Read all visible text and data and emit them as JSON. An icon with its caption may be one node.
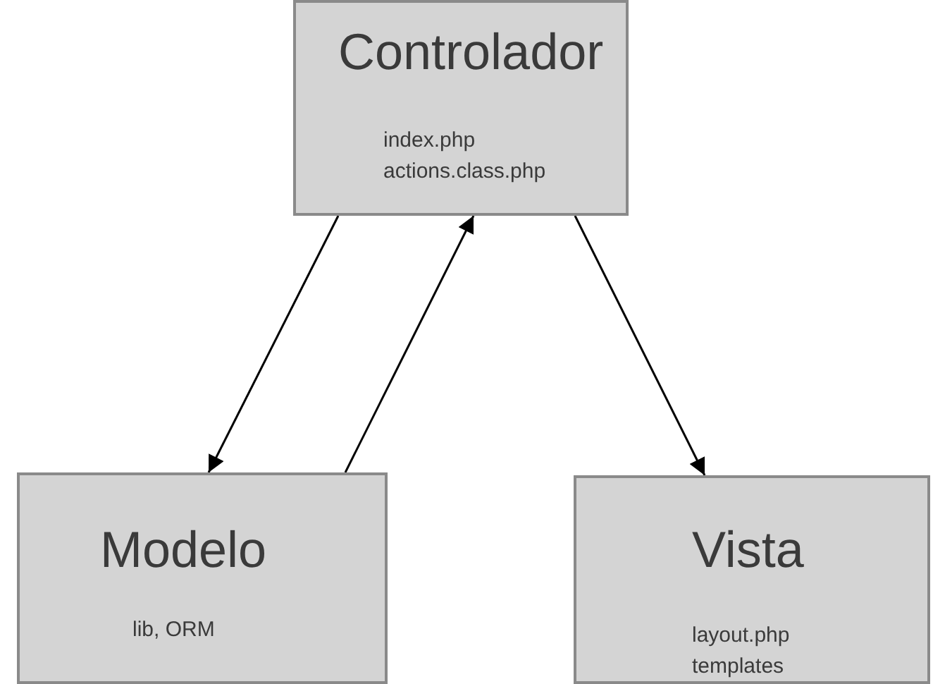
{
  "diagram": {
    "nodes": [
      {
        "text": [
          "Controlador",
          "index.php",
          "actions.class.php"
        ]
      },
      {
        "text": [
          "Modelo",
          "lib, ORM"
        ]
      },
      {
        "text": [
          "Vista",
          "layout.php",
          "templates"
        ]
      }
    ],
    "edges": [
      {
        "from": 0,
        "to": 1,
        "arrow": "to"
      },
      {
        "from": 1,
        "to": 0,
        "arrow": "to"
      },
      {
        "from": 0,
        "to": 2,
        "arrow": "to"
      }
    ]
  }
}
